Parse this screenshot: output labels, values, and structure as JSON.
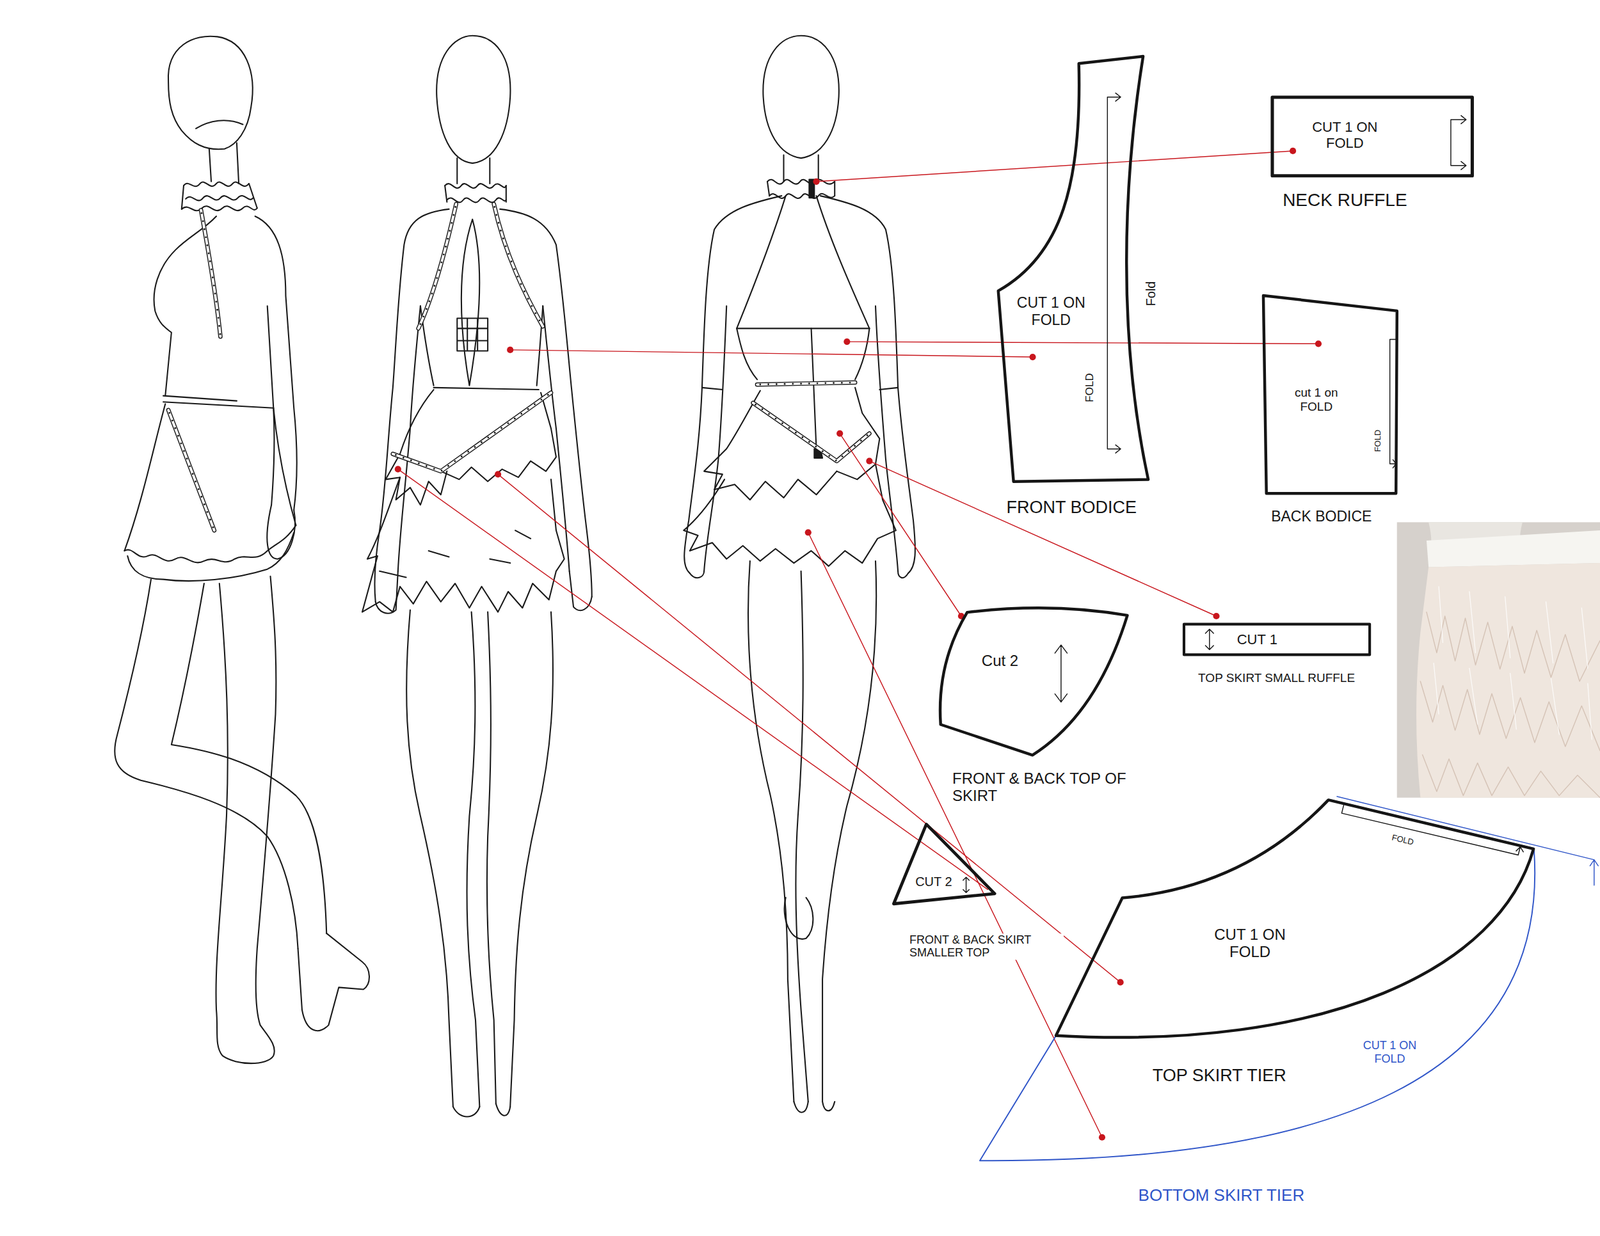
{
  "diagram": {
    "nodes": [
      {
        "text": [
          "CUT 1 ON FOLD",
          "Fold",
          "FOLD",
          "FRONT BODICE"
        ]
      },
      {
        "text": [
          "CUT 1 ON FOLD",
          "NECK RUFFLE"
        ]
      },
      {
        "text": [
          "cut 1 on FOLD",
          "FOLD",
          "BACK BODICE"
        ]
      },
      {
        "text": [
          "Cut 2",
          "FRONT & BACK TOP OF SKIRT"
        ]
      },
      {
        "text": [
          "CUT 1",
          "TOP SKIRT SMALL RUFFLE"
        ]
      },
      {
        "text": [
          "CUT 2",
          "FRONT & BACK SKIRT SMALLER TOP"
        ]
      },
      {
        "text": [
          "CUT 1 ON FOLD",
          "BOTTOM SKIRT TIER"
        ]
      },
      {
        "text": [
          "FOLD",
          "CUT 1 ON FOLD",
          "TOP SKIRT TIER"
        ],
        "in": 6
      }
    ]
  }
}
